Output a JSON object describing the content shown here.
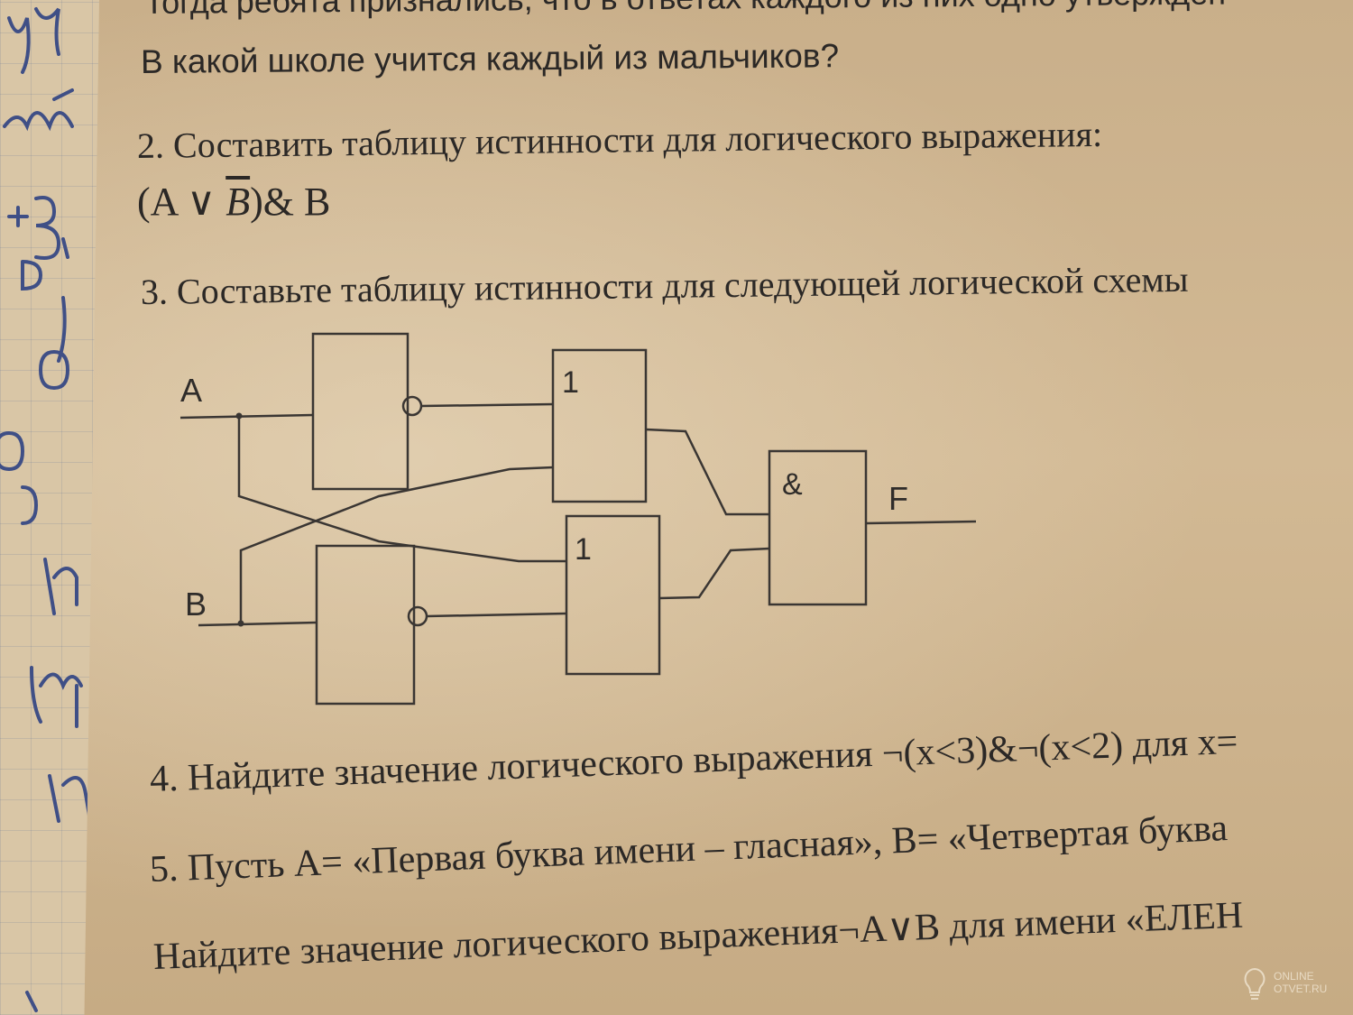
{
  "document": {
    "lines": {
      "l1": "Тогда ребята признались, что в ответах каждого из них одно утвержден",
      "l2": "В какой школе учится каждый из мальчиков?",
      "l3": "2.  Составить таблицу истинности для логического выражения:",
      "l4_pre": "(A ∨ ",
      "l4_bar": "B",
      "l4_post": ")& B",
      "l5": "3.  Составьте таблицу истинности для следующей логической схемы",
      "l6": "4. Найдите значение логического выражения ¬(x<3)&¬(x<2) для x=",
      "l7": "5. Пусть А= «Первая буква имени – гласная», В= «Четвертая буква",
      "l8": "Найдите значение логического выражения¬A∨B для имени «ЕЛЕН"
    },
    "circuit": {
      "input_a": "A",
      "input_b": "B",
      "or_gate_top_label": "1",
      "or_gate_bottom_label": "1",
      "and_gate_label": "&",
      "output": "F"
    }
  },
  "watermark": {
    "line1": "ONLINE",
    "line2": "OTVET.RU"
  },
  "colors": {
    "paper": "#cbb28e",
    "ink": "#2b2826",
    "pen": "#3f4f86"
  }
}
